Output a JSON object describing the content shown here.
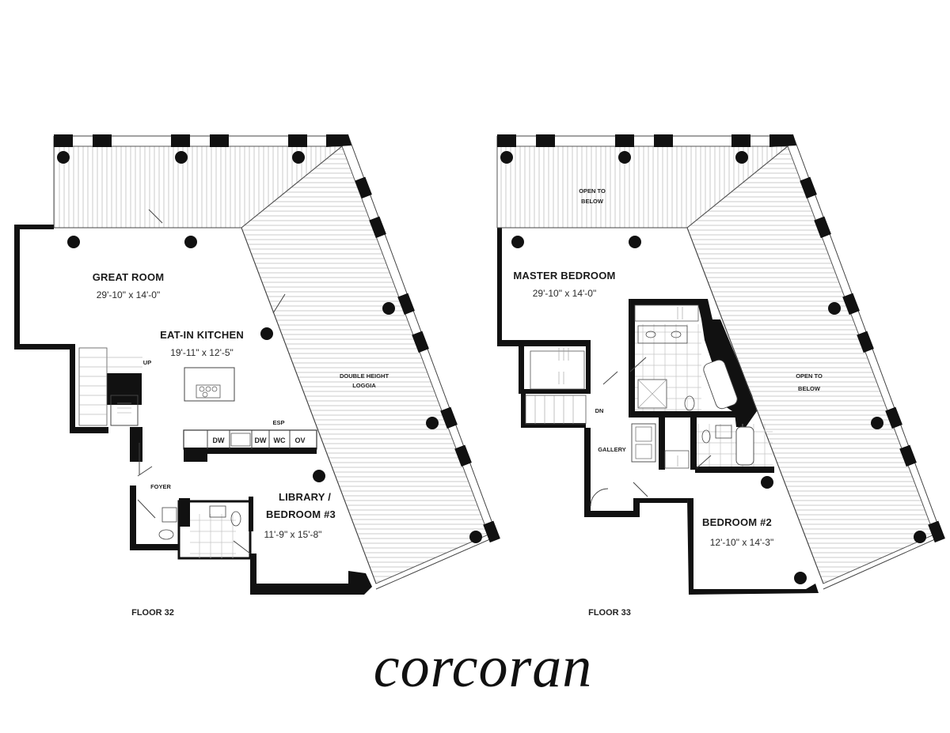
{
  "floor32": {
    "floor_label": "FLOOR 32",
    "great_room": {
      "name": "GREAT ROOM",
      "dims": "29'-10\" x 14'-0\""
    },
    "kitchen": {
      "name": "EAT-IN KITCHEN",
      "dims": "19'-11\" x 12'-5\""
    },
    "loggia": {
      "line1": "DOUBLE HEIGHT",
      "line2": "LOGGIA"
    },
    "library": {
      "line1": "LIBRARY /",
      "line2": "BEDROOM #3",
      "dims": "11'-9\" x 15'-8\""
    },
    "foyer": "FOYER",
    "up": "UP",
    "esp": "ESP",
    "appliances": [
      "DW",
      "DW",
      "WC",
      "OV"
    ]
  },
  "floor33": {
    "floor_label": "FLOOR 33",
    "open_top": {
      "line1": "OPEN TO",
      "line2": "BELOW"
    },
    "open_right": {
      "line1": "OPEN TO",
      "line2": "BELOW"
    },
    "master": {
      "name": "MASTER BEDROOM",
      "dims": "29'-10\" x 14'-0\""
    },
    "bedroom2": {
      "name": "BEDROOM #2",
      "dims": "12'-10\" x 14'-3\""
    },
    "gallery": "GALLERY",
    "dn": "DN"
  },
  "brand": {
    "name": "corcoran"
  }
}
